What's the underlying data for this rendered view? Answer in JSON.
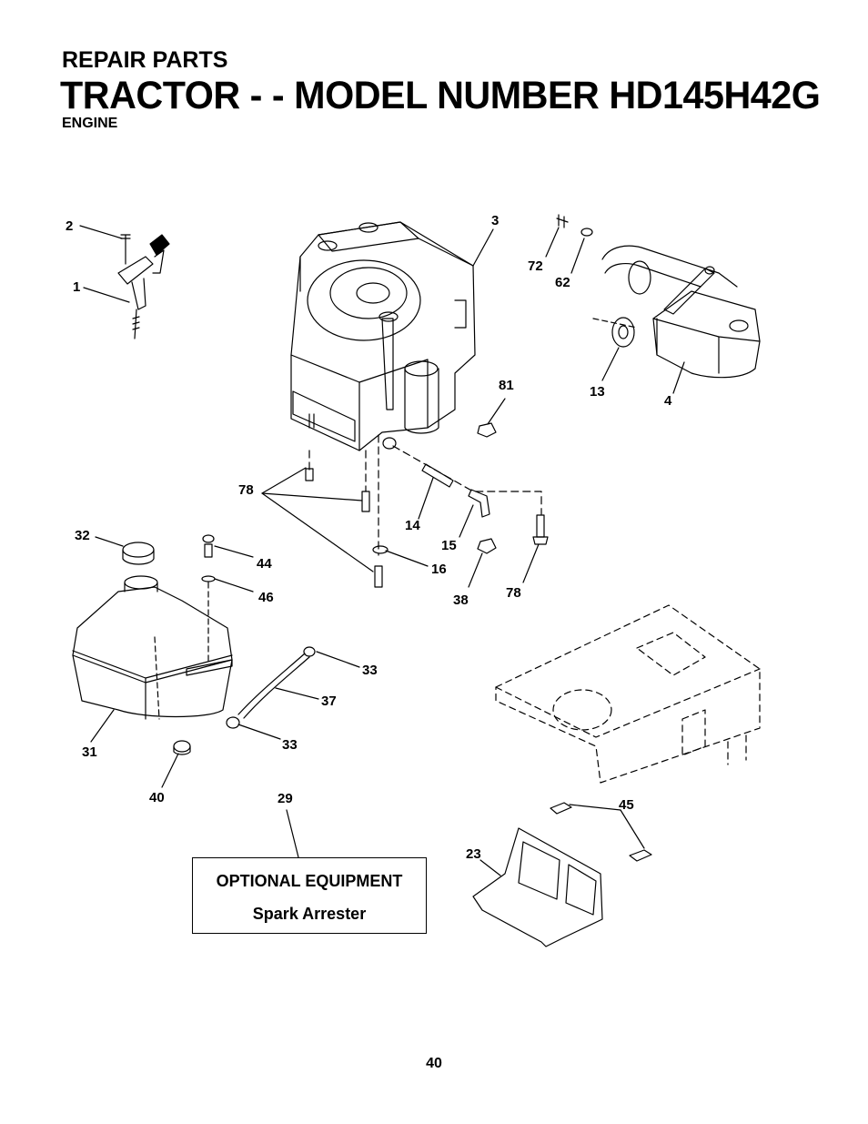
{
  "header": {
    "section": "REPAIR PARTS",
    "title": "TRACTOR - - MODEL NUMBER HD145H42G",
    "subtitle": "ENGINE"
  },
  "callouts": {
    "c1": "1",
    "c2": "2",
    "c3": "3",
    "c4": "4",
    "c13": "13",
    "c14": "14",
    "c15": "15",
    "c16": "16",
    "c23": "23",
    "c29": "29",
    "c31": "31",
    "c32": "32",
    "c33a": "33",
    "c33b": "33",
    "c37": "37",
    "c38": "38",
    "c40": "40",
    "c44": "44",
    "c45": "45",
    "c46": "46",
    "c62": "62",
    "c72": "72",
    "c78a": "78",
    "c78b": "78",
    "c81": "81"
  },
  "optional_equipment": {
    "title": "OPTIONAL EQUIPMENT",
    "item": "Spark Arrester"
  },
  "page_number": "40"
}
